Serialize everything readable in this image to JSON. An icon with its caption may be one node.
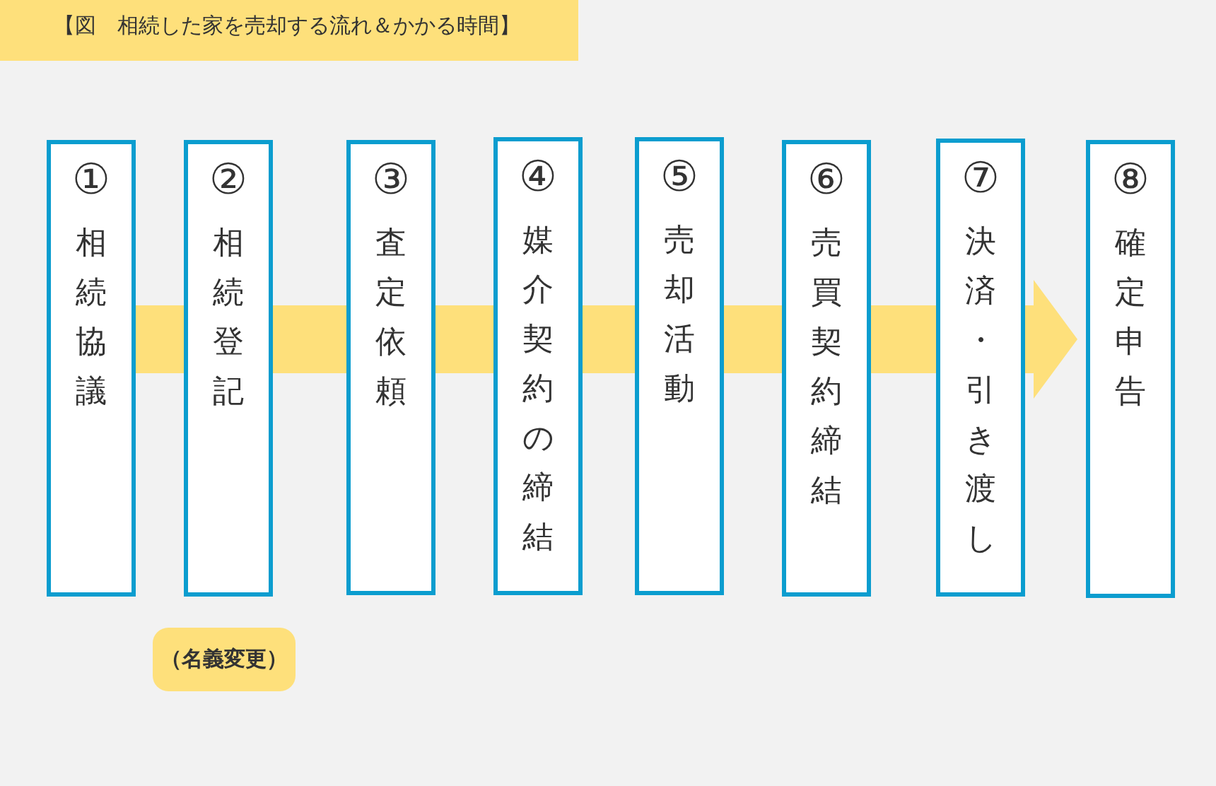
{
  "diagram": {
    "title": "【図　相続した家を売却する流れ＆かかる時間】",
    "nodes": [
      {
        "text": [
          "①",
          "相続協議"
        ]
      },
      {
        "text": [
          "②",
          "相続登記"
        ]
      },
      {
        "text": [
          "③",
          "査定依頼"
        ]
      },
      {
        "text": [
          "④",
          "媒介契約の締結"
        ]
      },
      {
        "text": [
          "⑤",
          "売却活動"
        ]
      },
      {
        "text": [
          "⑥",
          "売買契約締結"
        ]
      },
      {
        "text": [
          "⑦",
          "決済・引き渡し"
        ]
      },
      {
        "text": [
          "⑧",
          "確定申告"
        ]
      },
      {
        "text": [
          "（名義変更）"
        ]
      }
    ],
    "edges": [
      {
        "from": 0,
        "to": 1,
        "arrow": "none"
      },
      {
        "from": 1,
        "to": 2,
        "arrow": "none"
      },
      {
        "from": 2,
        "to": 3,
        "arrow": "none"
      },
      {
        "from": 3,
        "to": 4,
        "arrow": "none"
      },
      {
        "from": 4,
        "to": 5,
        "arrow": "none"
      },
      {
        "from": 5,
        "to": 6,
        "arrow": "none"
      },
      {
        "from": 6,
        "to": 7,
        "arrow": "to"
      }
    ]
  }
}
